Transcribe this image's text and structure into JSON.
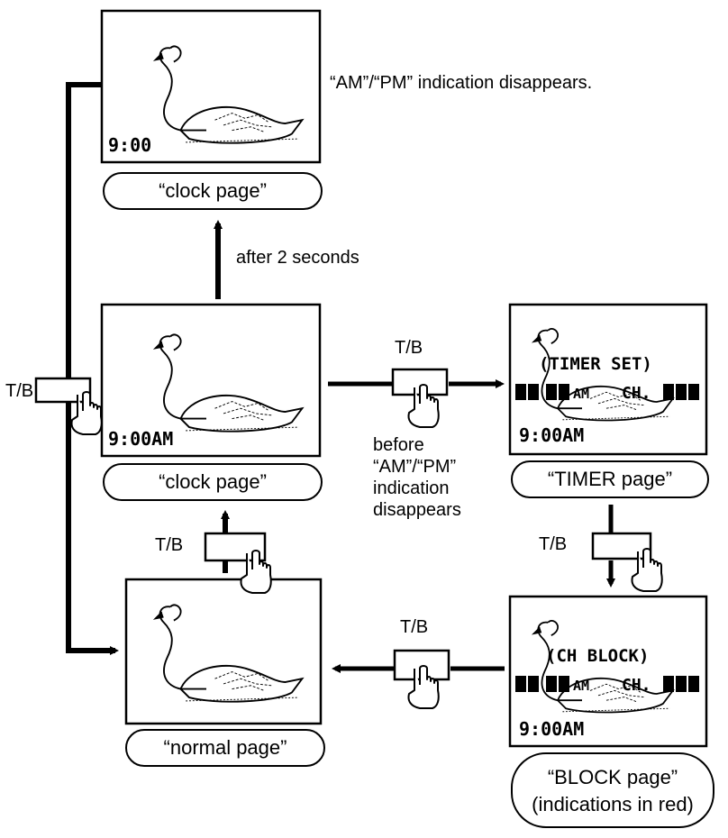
{
  "screens": {
    "top": {
      "time": "9:00",
      "caption": "“clock page”"
    },
    "middle": {
      "time": "9:00AM",
      "caption": "“clock page”"
    },
    "bottom": {
      "caption": "“normal page”"
    },
    "timer": {
      "overlay_title": "(TIMER SET)",
      "overlay_am": "AM",
      "overlay_ch": "CH.",
      "time": "9:00AM",
      "caption": "“TIMER page”"
    },
    "block": {
      "overlay_title": "(CH BLOCK)",
      "overlay_am": "AM",
      "overlay_ch": "CH.",
      "time": "9:00AM",
      "caption_line1": "“BLOCK page”",
      "caption_line2": "(indications in red)"
    }
  },
  "notes": {
    "ampm_disappears": "“AM”/“PM” indication disappears.",
    "after_2_seconds": "after 2 seconds",
    "before_line1": "before",
    "before_line2": "“AM”/“PM”",
    "before_line3": "indication",
    "before_line4": "disappears"
  },
  "buttons": {
    "tb_label": "T/B"
  }
}
